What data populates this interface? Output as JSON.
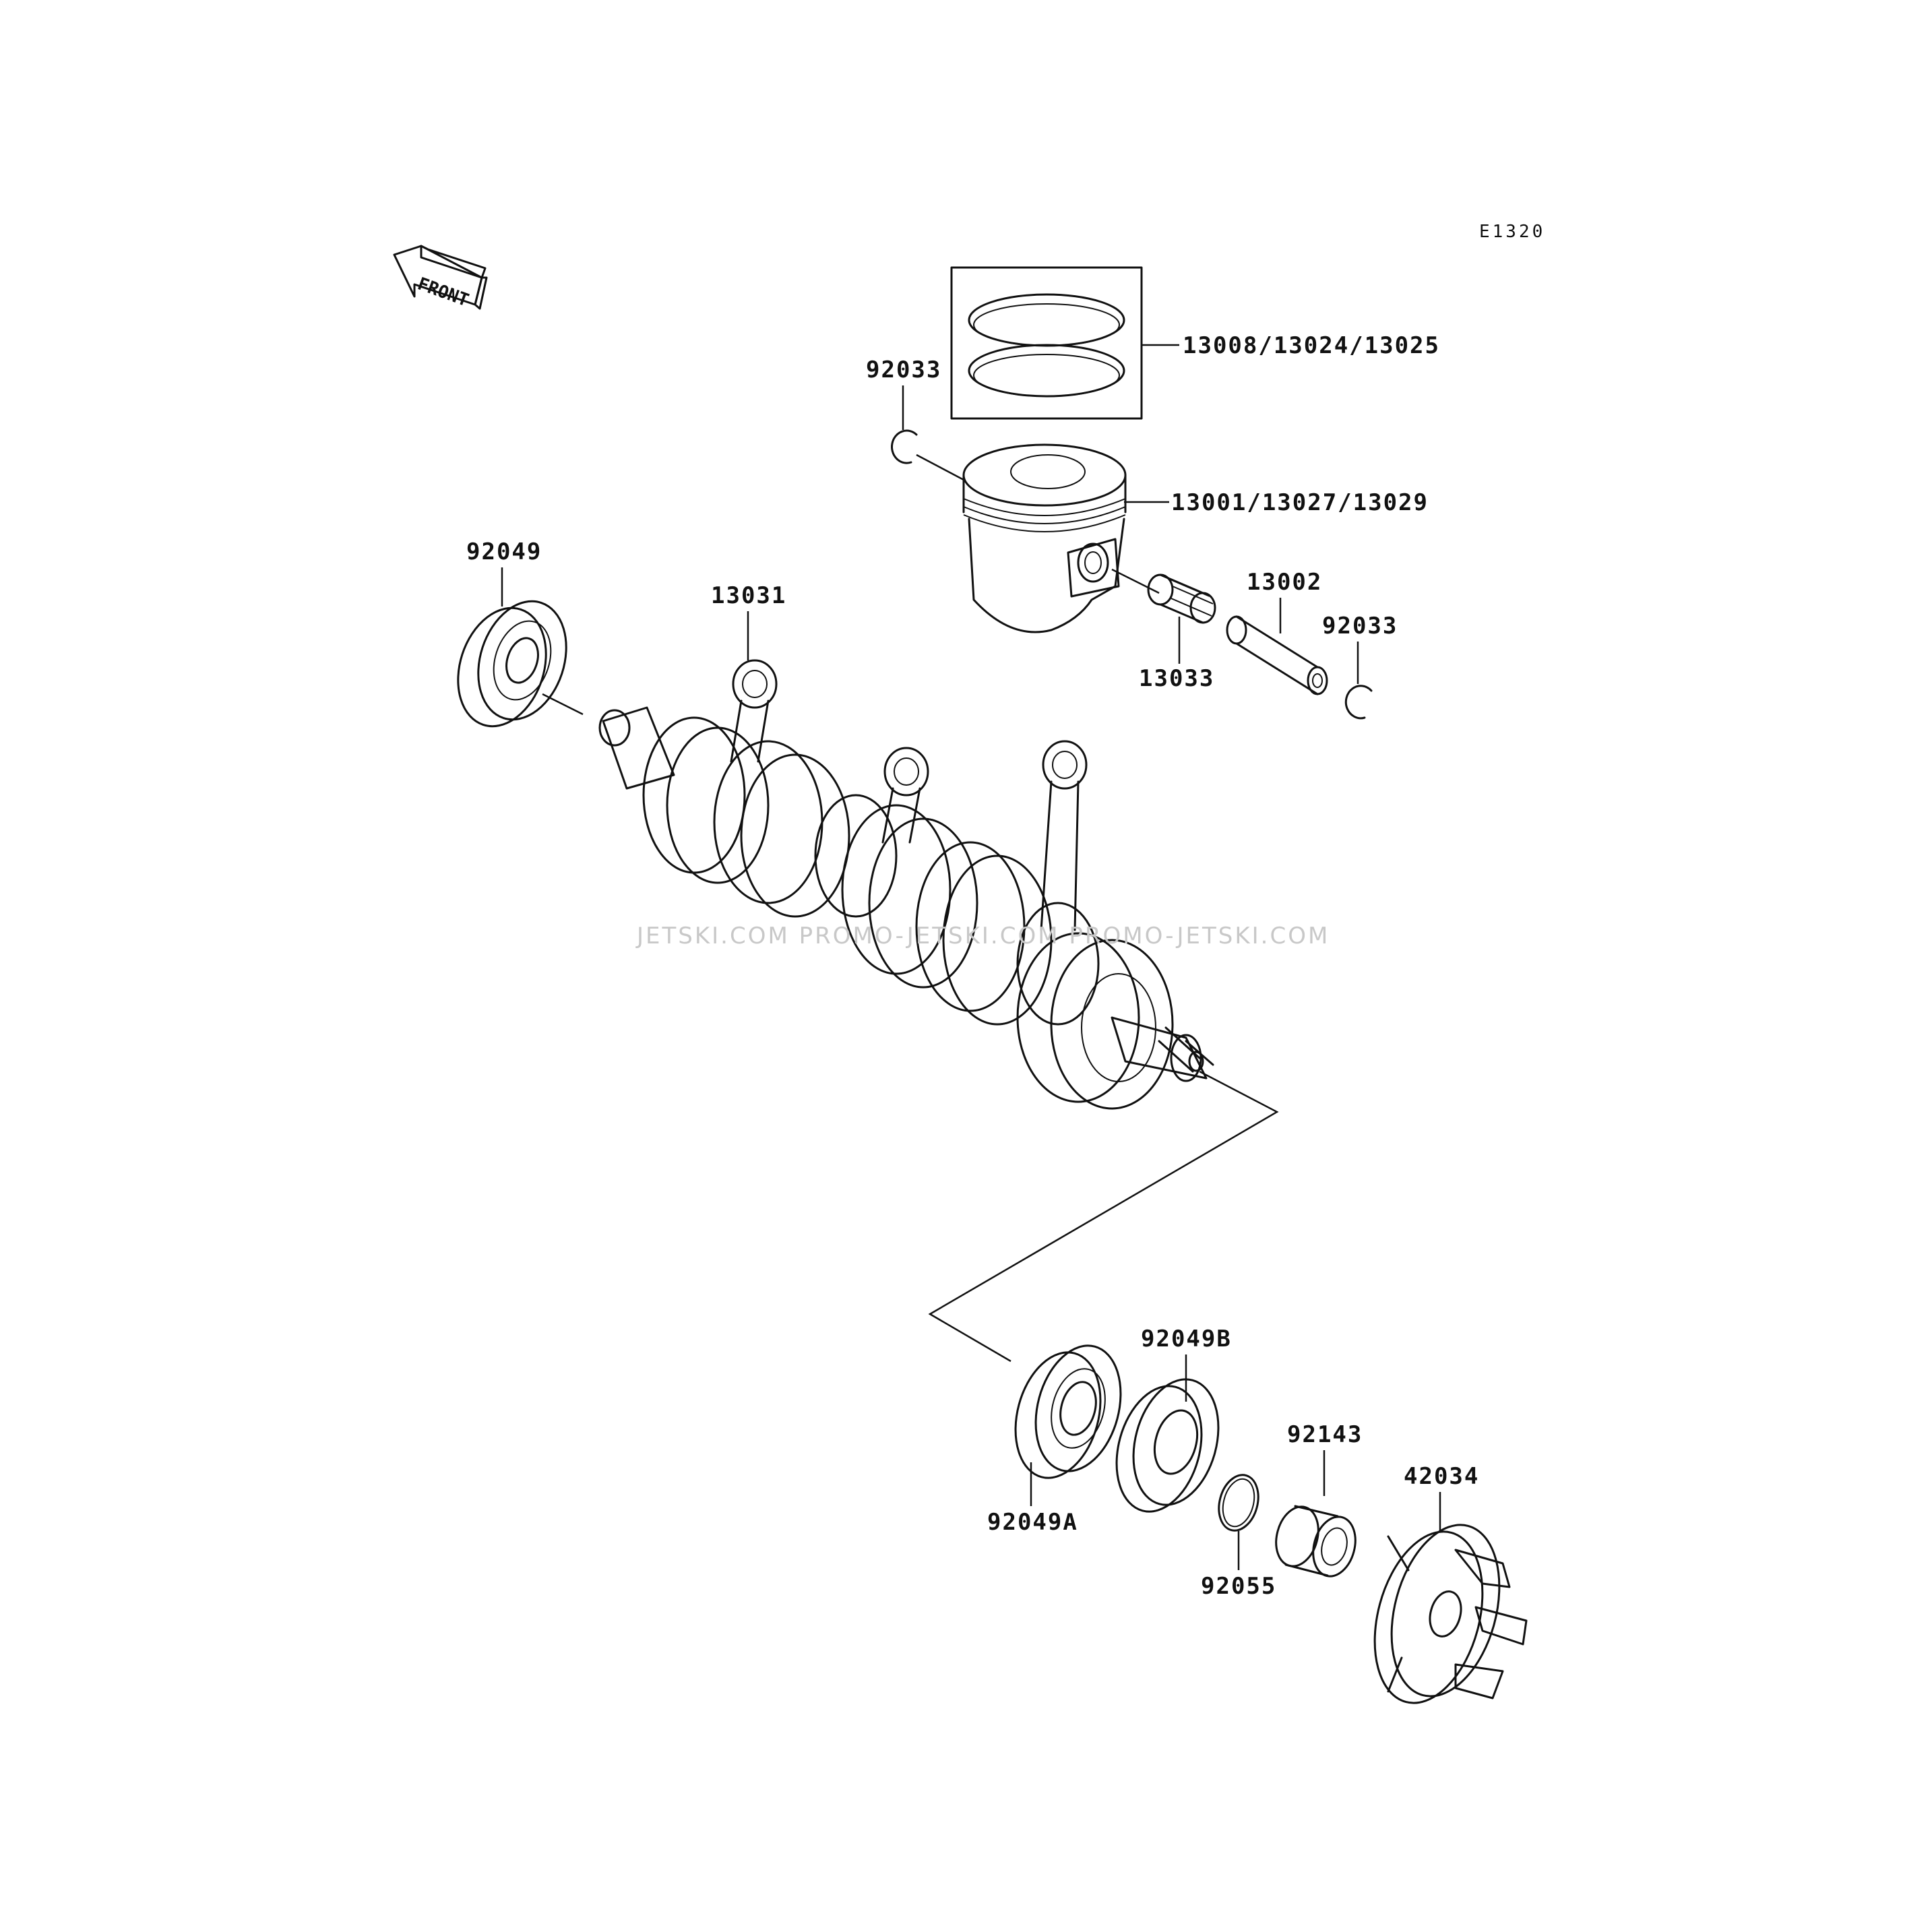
{
  "diagram": {
    "code": "E1320",
    "front_label": "FRONT",
    "watermark": "JETSKI.COM   PROMO-JETSKI.COM   PROMO-JETSKI.COM",
    "labels": {
      "p92033_top": "92033",
      "p13008": "13008/13024/13025",
      "p13001": "13001/13027/13029",
      "p92049": "92049",
      "p13031": "13031",
      "p13002": "13002",
      "p92033_right": "92033",
      "p13033": "13033",
      "p92049B": "92049B",
      "p92143": "92143",
      "p42034": "42034",
      "p92049A": "92049A",
      "p92055": "92055"
    }
  }
}
